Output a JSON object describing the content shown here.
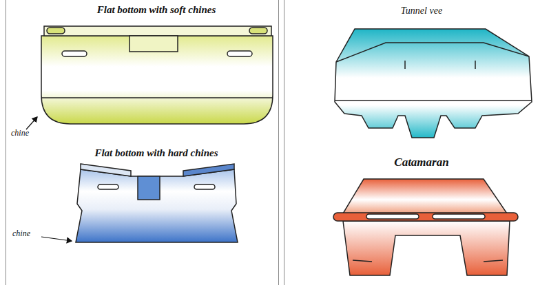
{
  "diagram": {
    "labels": [
      "Flat bottom with soft chines",
      "chine",
      "Flat bottom with hard chines",
      "chine",
      "Tunnel vee",
      "Catamaran"
    ]
  }
}
